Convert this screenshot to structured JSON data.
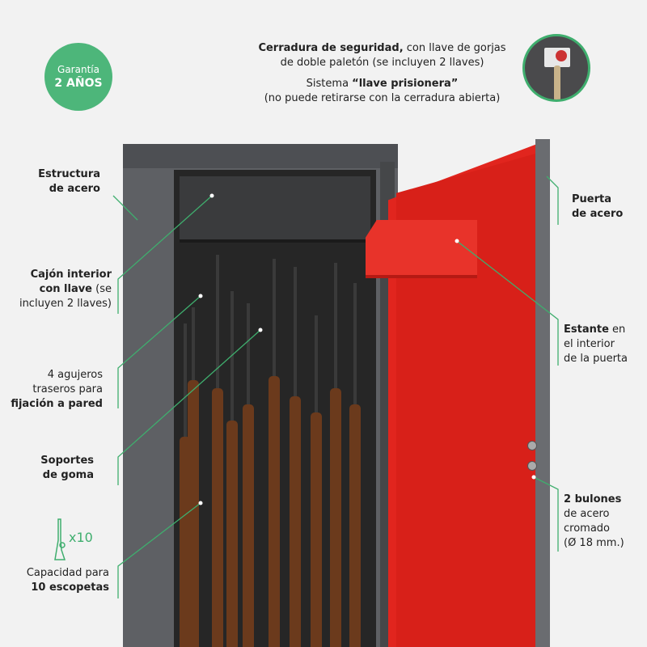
{
  "badge": {
    "line1": "Garantía",
    "line2": "2 AÑOS"
  },
  "top": {
    "lock_bold": "Cerradura de seguridad,",
    "lock_rest": " con llave de gorjas",
    "lock_line2": "de doble paletón (se incluyen 2 llaves)",
    "system_pre": "Sistema ",
    "system_bold": "“llave prisionera”",
    "system_line2": "(no puede retirarse con la cerradura abierta)"
  },
  "left": {
    "structure": {
      "line1": "Estructura",
      "line2": "de acero"
    },
    "drawer": {
      "bold1": "Cajón interior",
      "bold2": "con llave",
      "rest2": " (se",
      "line3": "incluyen 2 llaves)"
    },
    "holes": {
      "line1": "4 agujeros",
      "line2": "traseros para",
      "bold3": "fijación a pared"
    },
    "supports": {
      "line1": "Soportes",
      "line2": "de goma"
    },
    "capacity": {
      "icon": "shotgun-icon",
      "count": "x10",
      "line1": "Capacidad para",
      "bold2": "10 escopetas"
    }
  },
  "right": {
    "door": {
      "line1": "Puerta",
      "line2": "de acero"
    },
    "shelf": {
      "bold1": "Estante",
      "rest1": " en",
      "line2": "el interior",
      "line3": "de la puerta"
    },
    "bolts": {
      "bold1": "2 bulones",
      "line2": "de acero",
      "line3": "cromado",
      "line4": "(Ø 18 mm.)"
    }
  },
  "colors": {
    "accent": "#3fae6e",
    "badge": "#4db67a",
    "door": "#e1251e",
    "body": "#5e6064"
  }
}
